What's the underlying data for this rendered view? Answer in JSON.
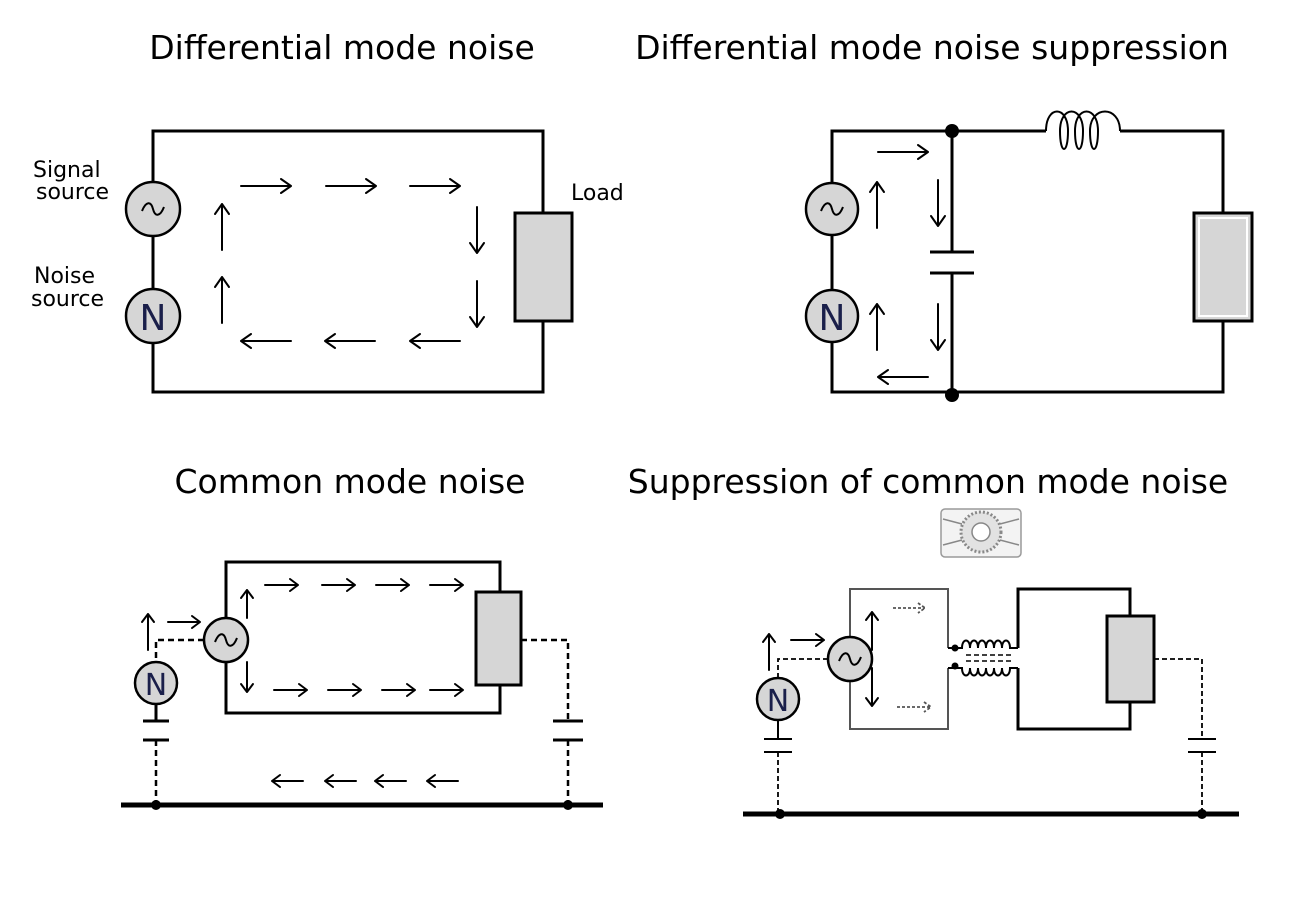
{
  "panels": {
    "top_left": {
      "title": "Differential mode noise",
      "signal_label_line1": "Signal",
      "signal_label_line2": "source",
      "noise_label_line1": "Noise",
      "noise_label_line2": "source",
      "load_label": "Load",
      "noise_symbol": "N"
    },
    "top_right": {
      "title": "Differential mode noise suppression",
      "noise_symbol": "N"
    },
    "bottom_left": {
      "title": "Common mode noise",
      "noise_symbol": "N"
    },
    "bottom_right": {
      "title": "Suppression of common mode noise",
      "noise_symbol": "N"
    }
  },
  "icons": {
    "ac_source": "ac-source-icon",
    "noise_source": "noise-source-icon",
    "inductor": "inductor-icon",
    "capacitor": "capacitor-icon",
    "load": "load-icon",
    "common_mode_choke": "common-mode-choke-icon"
  },
  "colors": {
    "component_fill": "#d6d6d6",
    "noise_letter": "#1a1f4a"
  }
}
